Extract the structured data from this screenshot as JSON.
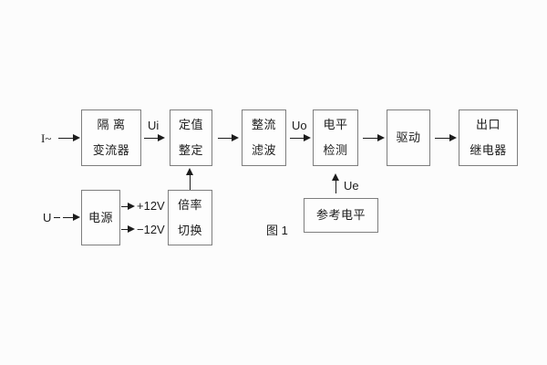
{
  "figure": {
    "caption": "图 1"
  },
  "colors": {
    "background": "#fcfcfc",
    "box_border": "#7e7e7e",
    "line": "#1c1c1c",
    "text": "#1c1c1c"
  },
  "inputs": {
    "current": "I~",
    "voltage": "U"
  },
  "signals": {
    "ui": "Ui",
    "uo": "Uo",
    "ue": "Ue",
    "plus_12v": "+12V",
    "minus_12v": "−12V"
  },
  "blocks": {
    "isolation_transformer": {
      "line1": "隔 离",
      "line2": "变流器"
    },
    "setpoint_adjust": {
      "line1": "定值",
      "line2": "整定"
    },
    "rectify_filter": {
      "line1": "整流",
      "line2": "滤波"
    },
    "level_detect": {
      "line1": "电平",
      "line2": "检测"
    },
    "driver": {
      "label": "驱动"
    },
    "output_relay": {
      "line1": "出口",
      "line2": "继电器"
    },
    "power_supply": {
      "label": "电源"
    },
    "ratio_switch": {
      "line1": "倍率",
      "line2": "切换"
    },
    "reference_level": {
      "label": "参考电平"
    }
  }
}
